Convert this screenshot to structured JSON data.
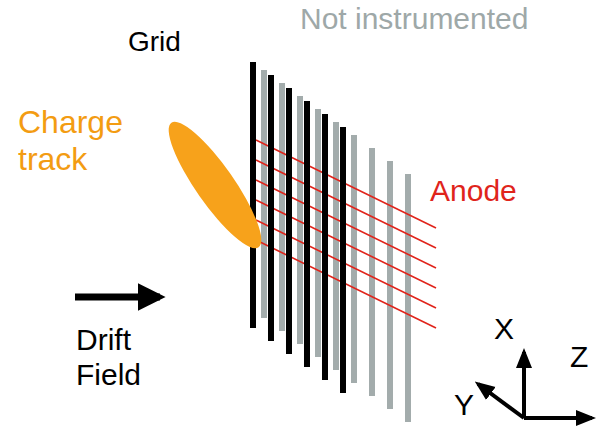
{
  "diagram": {
    "labels": [
      "Not instrumented",
      "Grid",
      "Charge track",
      "Anode",
      "Drift Field",
      "X",
      "Y",
      "Z"
    ]
  }
}
